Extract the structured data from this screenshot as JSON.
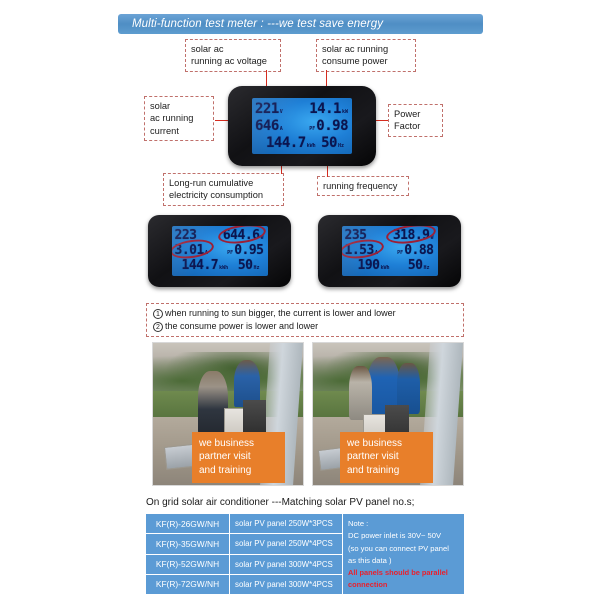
{
  "header": {
    "title": "Multi-function test meter : ---we test save energy"
  },
  "callouts": {
    "voltage": "solar ac\nrunning ac voltage",
    "power": "solar ac running\nconsume power",
    "current": "solar\nac running\ncurrent",
    "power_factor": "Power\nFactor",
    "cumulative": "Long-run cumulative\nelectricity consumption",
    "frequency": "running frequency"
  },
  "meters": {
    "main": {
      "voltage": "221",
      "voltage_unit": "V",
      "power": "14.1",
      "power_unit": "kW",
      "current": "646",
      "current_unit": "A",
      "pf_label": "PF",
      "pf": "0.98",
      "energy": "144.7",
      "energy_unit": "kWh",
      "frequency": "50",
      "frequency_unit": "Hz"
    },
    "second": {
      "voltage": "223",
      "voltage_unit": "V",
      "power": "644.6",
      "power_unit": "W",
      "current": "3.01",
      "current_unit": "A",
      "pf_label": "PF",
      "pf": "0.95",
      "energy": "144.7",
      "energy_unit": "kWh",
      "frequency": "50",
      "frequency_unit": "Hz"
    },
    "third": {
      "voltage": "235",
      "voltage_unit": "V",
      "power": "318.9",
      "power_unit": "W",
      "current": "1.53",
      "current_unit": "A",
      "pf_label": "PF",
      "pf": "0.88",
      "energy": "190",
      "energy_unit": "kWh",
      "frequency": "50",
      "frequency_unit": "Hz"
    }
  },
  "notes": {
    "num1": "1",
    "item1": "when running to sun bigger,  the current  is lower and lower",
    "num2": "2",
    "item2": "the consume power is lower and lower"
  },
  "photos": {
    "left_banner": "we business\npartner visit\nand training",
    "right_banner": "we business\npartner visit\nand training"
  },
  "caption": "On grid solar air conditioner ---Matching solar PV panel no.s;",
  "table": {
    "rows": [
      {
        "model": "KF(R)-26GW/NH",
        "panel": "solar PV panel 250W*3PCS"
      },
      {
        "model": "KF(R)-35GW/NH",
        "panel": "solar PV panel 250W*4PCS"
      },
      {
        "model": "KF(R)-52GW/NH",
        "panel": "solar PV panel 300W*4PCS"
      },
      {
        "model": "KF(R)-72GW/NH",
        "panel": "solar PV panel 300W*4PCS"
      }
    ],
    "note": {
      "line1": "Note :",
      "line2": "DC power inlet is 30V~ 50V",
      "line3": "(so you can connect PV panel",
      "line4": "as this data )",
      "warning": "All panels should be parallel connection"
    }
  },
  "colors": {
    "header_blue": "#4f8ec4",
    "table_blue": "#5b9bd5",
    "banner_orange": "#e87f2a",
    "leader_red": "#d62c1f",
    "callout_border": "#c0706b",
    "lcd_blue": "#1e7fd6",
    "warn_red": "#e8212f"
  }
}
